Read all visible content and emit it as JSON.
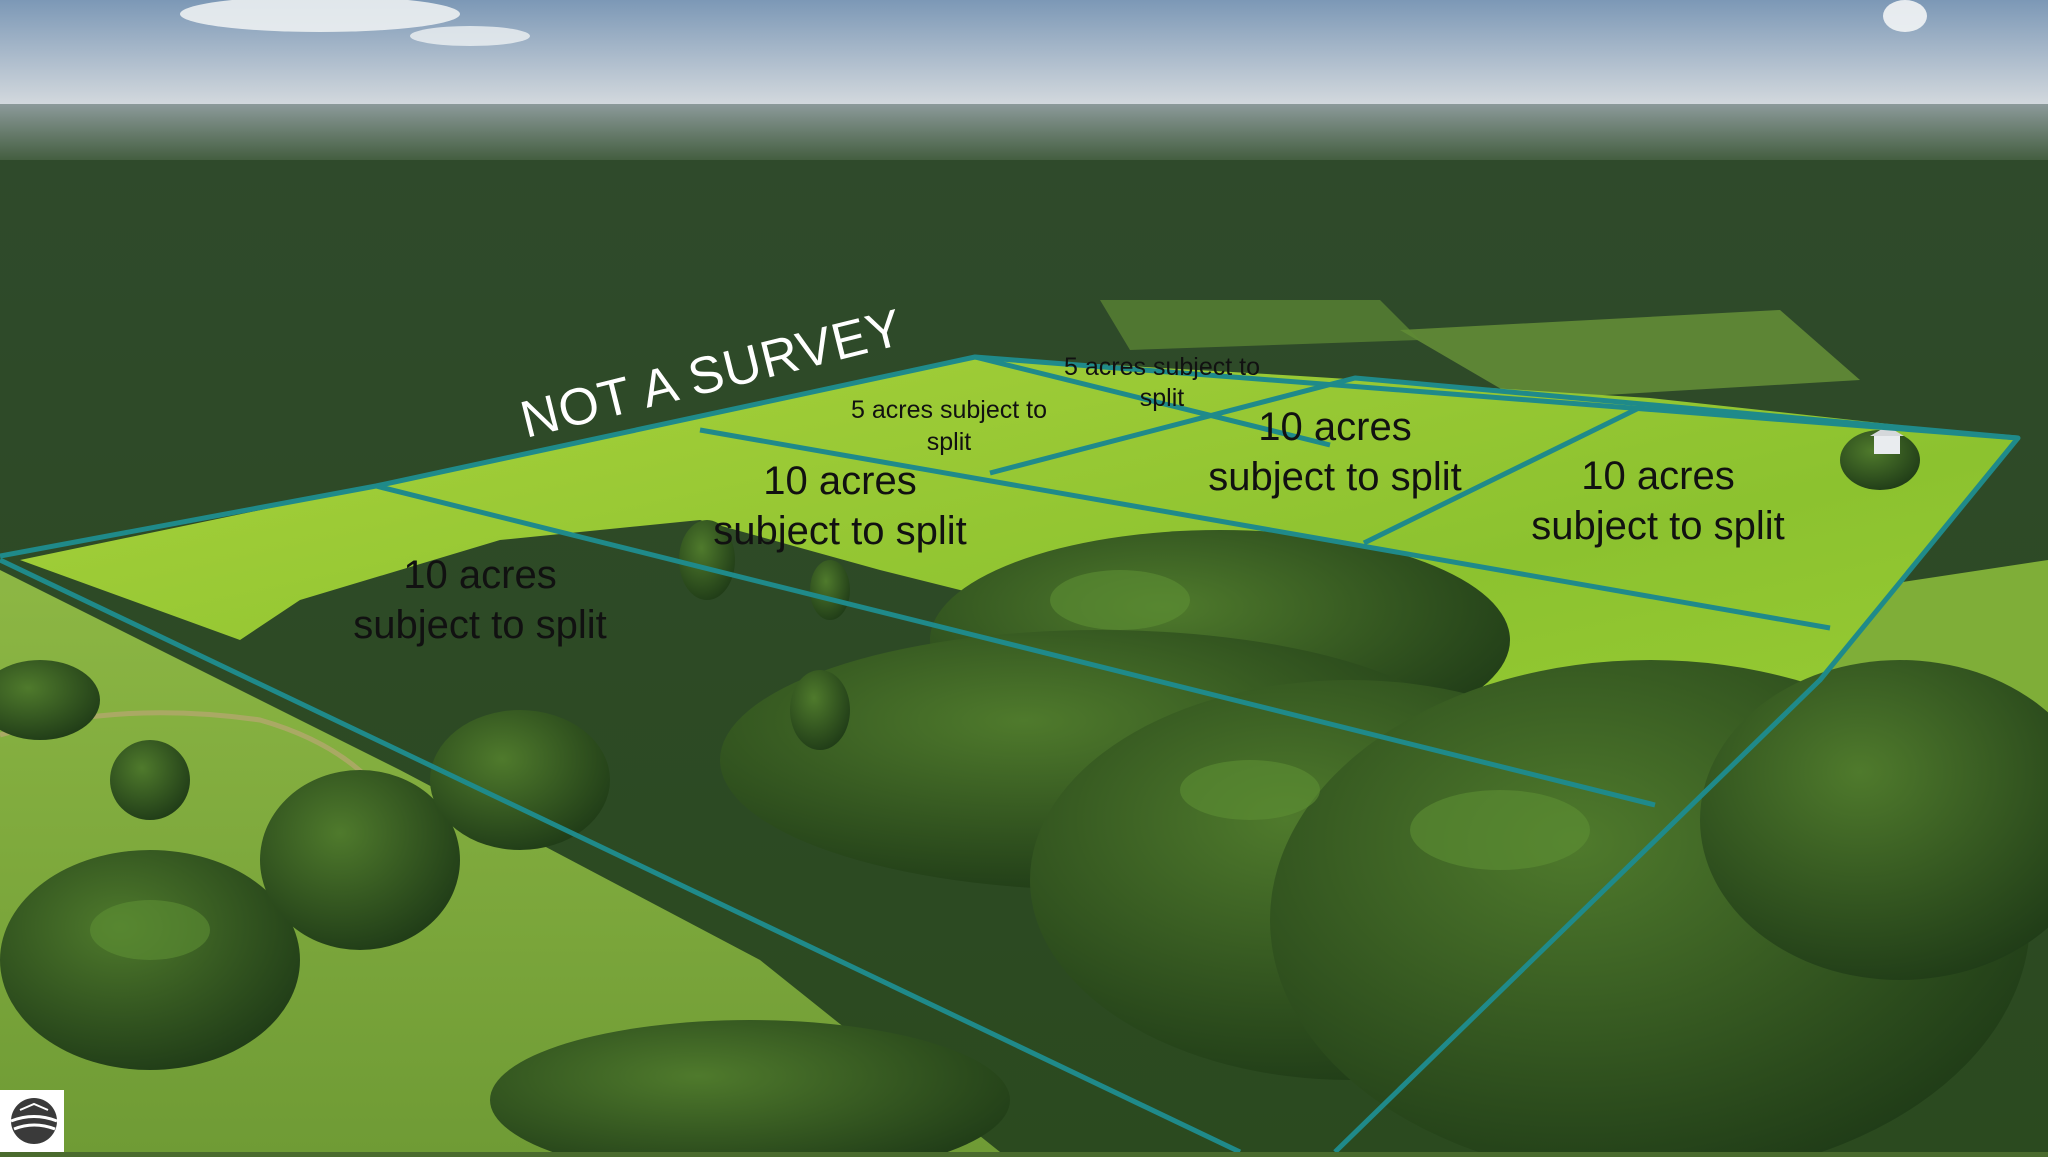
{
  "overlay": {
    "banner": "NOT A SURVEY",
    "parcels": [
      {
        "id": "p1",
        "line1": "10 acres",
        "line2": "subject to split",
        "size": "big"
      },
      {
        "id": "p2",
        "line1": "10 acres",
        "line2": "subject to split",
        "size": "big"
      },
      {
        "id": "p3",
        "line1": "5 acres subject to",
        "line2": "split",
        "size": "small"
      },
      {
        "id": "p4",
        "line1": "5 acres subject to",
        "line2": "split",
        "size": "small"
      },
      {
        "id": "p5",
        "line1": "10 acres",
        "line2": "subject to split",
        "size": "big"
      },
      {
        "id": "p6",
        "line1": "10 acres",
        "line2": "subject to split",
        "size": "big"
      }
    ],
    "line_color": "#1f8a8a"
  },
  "watermark": {
    "icon": "brokerage-logo-icon"
  }
}
